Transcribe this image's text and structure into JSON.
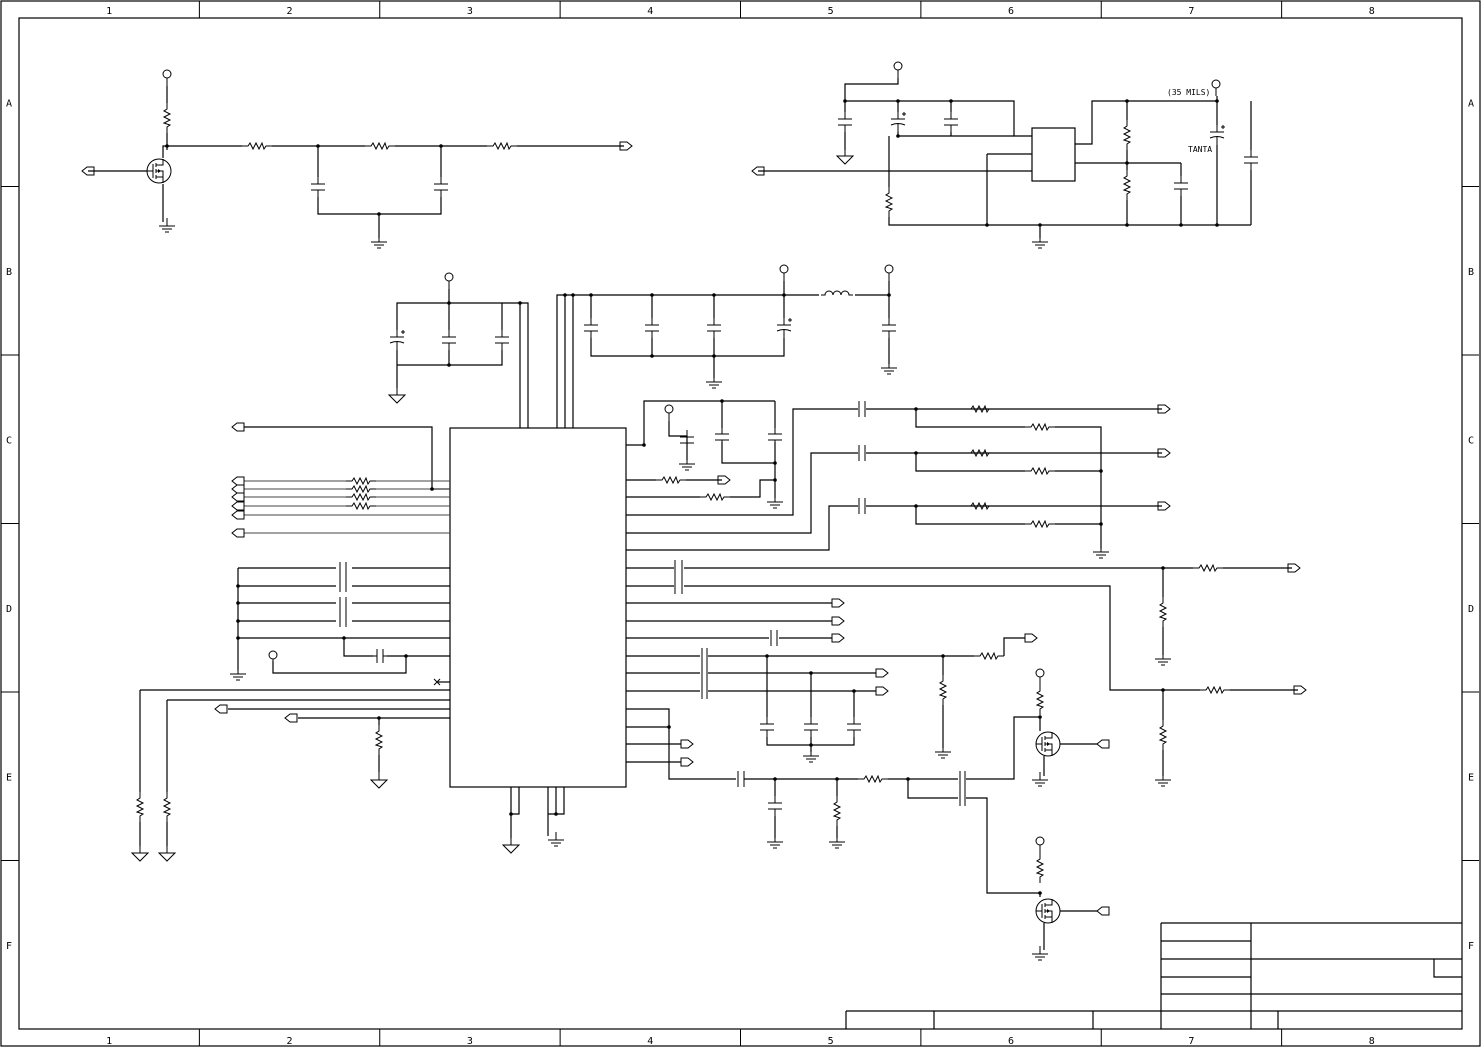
{
  "frame": {
    "columns": [
      "1",
      "2",
      "3",
      "4",
      "5",
      "6",
      "7",
      "8"
    ],
    "rows": [
      "A",
      "B",
      "C",
      "D",
      "E",
      "F"
    ]
  },
  "annotations": {
    "trace_width": "(35 MILS)",
    "cap_type": "TANTA"
  },
  "title_block": {}
}
